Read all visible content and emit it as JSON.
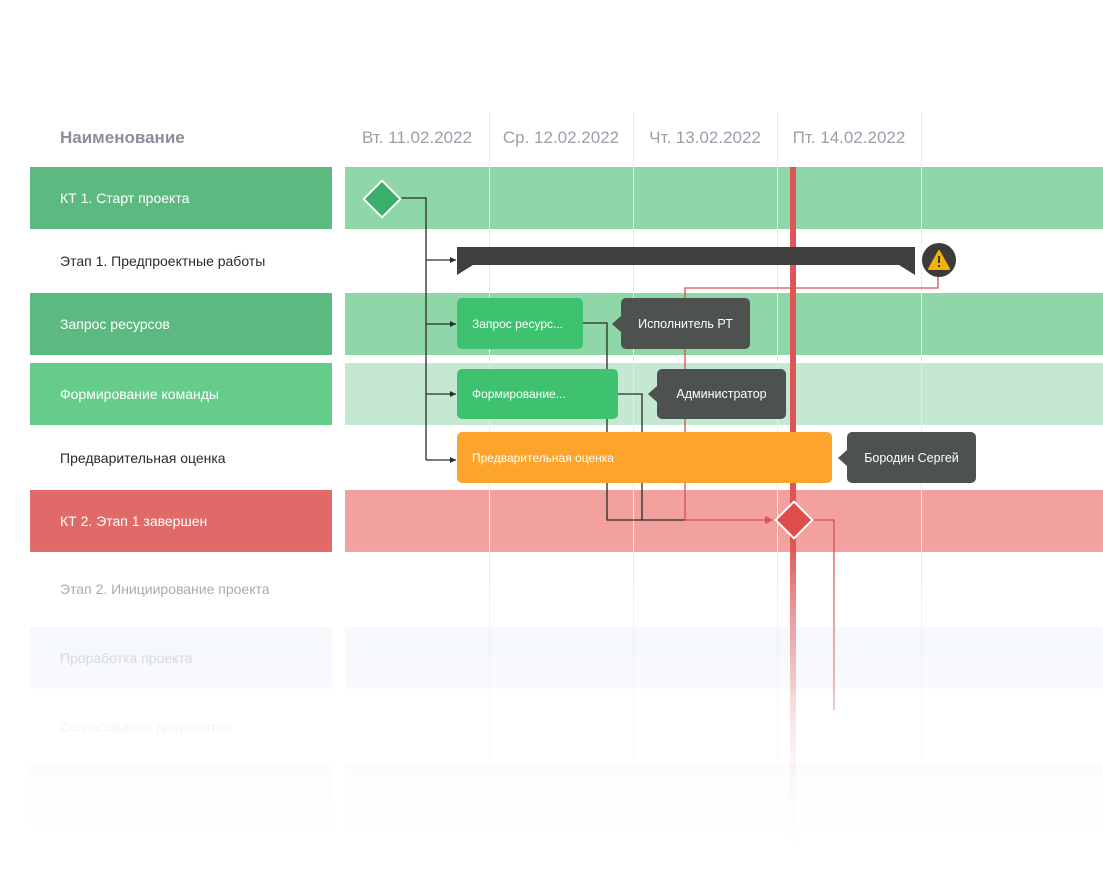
{
  "header": {
    "name_column": "Наименование",
    "dates": [
      "Вт. 11.02.2022",
      "Ср. 12.02.2022",
      "Чт. 13.02.2022",
      "Пт. 14.02.2022"
    ]
  },
  "rows": [
    {
      "label": "КТ 1. Старт проекта"
    },
    {
      "label": "Этап 1. Предпроектные работы"
    },
    {
      "label": "Запрос ресурсов"
    },
    {
      "label": "Формирование команды"
    },
    {
      "label": "Предварительная оценка"
    },
    {
      "label": "КТ 2. Этап 1 завершен"
    },
    {
      "label": "Этап 2. Инициирование проекта"
    },
    {
      "label": "Проработка проекта"
    },
    {
      "label": "Согласование документов"
    }
  ],
  "tasks": {
    "resources": "Запрос ресурс...",
    "team": "Формирование...",
    "estimate": "Предварительная оценка"
  },
  "assignees": {
    "resources": "Исполнитель РТ",
    "team": "Администратор",
    "estimate": "Бородин Сергей"
  },
  "colors": {
    "milestone_green": "#3cae6c",
    "milestone_red": "#dd4d4d",
    "task_green": "#3ec26f",
    "task_orange": "#fca42c",
    "band_green": "#8fd7a9",
    "band_red": "#f2a19f",
    "today_line": "#dd5555",
    "warning": "#f5b300"
  },
  "icons": {
    "warning": "warning-icon",
    "milestone": "diamond-icon"
  }
}
